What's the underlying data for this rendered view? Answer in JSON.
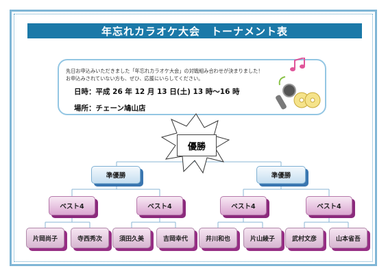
{
  "title": "年忘れカラオケ大会　トーナメント表",
  "info": {
    "message_line1": "先日お申込みいただきました「年忘れカラオケ大会」の対戦組み合わせが決まりました！",
    "message_line2": "お申込みされていない方も、ぜひ、応援にいらしてください。",
    "date": "日時：平成 26 年 12 月 13 日(土) 13 時～16 時",
    "place": "場所：チェーン鳩山店"
  },
  "bracket": {
    "champion": "優勝",
    "finalists": [
      "準優勝",
      "準優勝"
    ],
    "semis": [
      "ベスト4",
      "ベスト4",
      "ベスト4",
      "ベスト4"
    ],
    "players": [
      "片岡尚子",
      "寺西秀次",
      "須田久美",
      "吉岡幸代",
      "井川和也",
      "片山綾子",
      "武村文彦",
      "山本省吾"
    ]
  },
  "colors": {
    "title_bg": "#1b79a8",
    "finalist_fill": "#c5def0",
    "semi_fill": "#dba7d1",
    "player_fill": "#d7b6d1",
    "frame": "#7fb6d6"
  },
  "icons": [
    "music-note-icon",
    "microphone-icon",
    "cd-disc-icon",
    "starburst-icon"
  ]
}
